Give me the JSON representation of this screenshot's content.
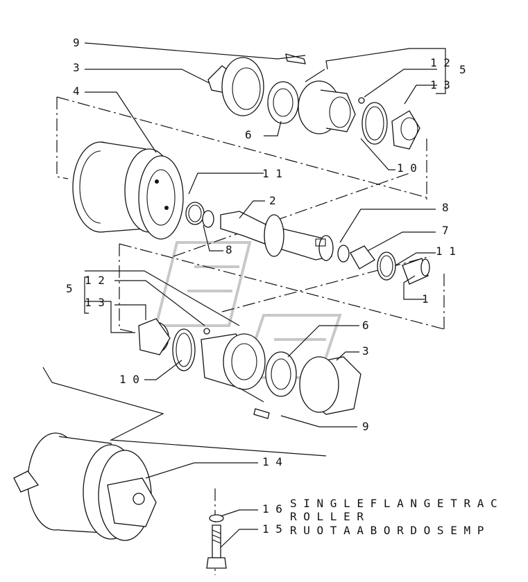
{
  "callouts": {
    "c1": "1",
    "c2": "2",
    "c3_top": "3",
    "c3_bottom": "3",
    "c4": "4",
    "c5_top": "5",
    "c5_bottom": "5",
    "c6_top": "6",
    "c6_bottom": "6",
    "c7": "7",
    "c8_left": "8",
    "c8_right": "8",
    "c9_top": "9",
    "c9_bottom": "9",
    "c10_top": "1 0",
    "c10_bottom": "1 0",
    "c11_top": "1 1",
    "c11_right": "1 1",
    "c12_top": "1 2",
    "c12_bottom": "1 2",
    "c13_top": "1 3",
    "c13_bottom": "1 3",
    "c14": "1 4",
    "c15": "1 5",
    "c16": "1 6"
  },
  "caption": {
    "line1": "S I N G L E   F L A N G E   T R A C",
    "line2": "R O L L E R",
    "line3": "R U O T A   A   B O R D O   S E M P"
  }
}
